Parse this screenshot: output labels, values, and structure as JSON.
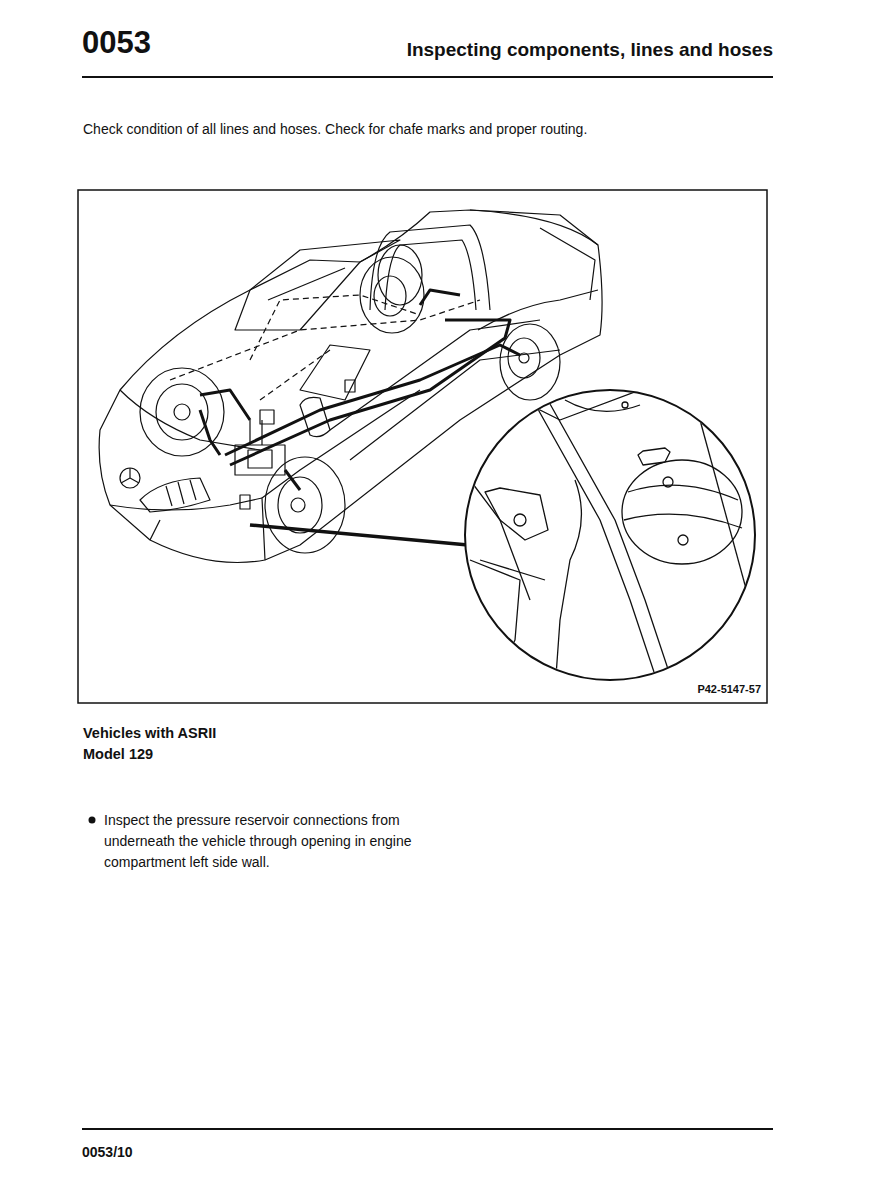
{
  "diagram": {
    "title": "Inspecting components, lines and hoses",
    "labels": [
      "0053",
      "Check condition of all lines and hoses. Check for chafe marks and proper routing.",
      "P42-5147-57",
      "Vehicles with ASRII",
      "Model 129",
      "Inspect the pressure reservoir connections from underneath the vehicle through opening in engine compartment left side wall.",
      "0053/10"
    ]
  }
}
